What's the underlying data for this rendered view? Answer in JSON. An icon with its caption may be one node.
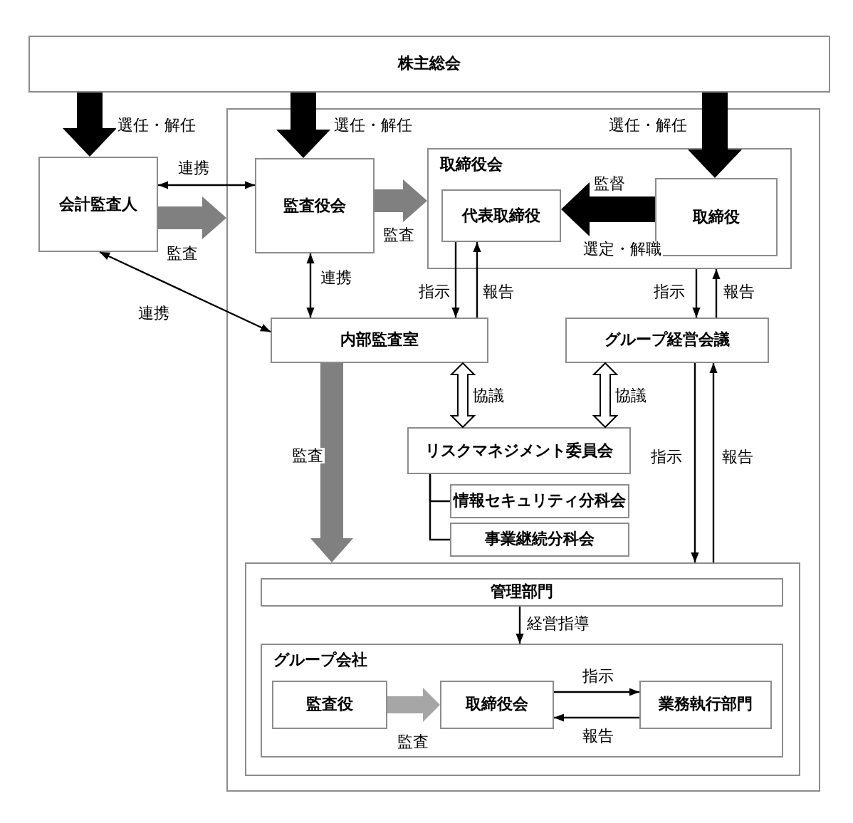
{
  "diagram": {
    "nodes": [
      {
        "text": [
          "株主総会"
        ]
      },
      {
        "text": [
          "会計監査人"
        ]
      },
      {
        "text": [],
        "shape": "box"
      },
      {
        "text": [
          "監査役会"
        ],
        "in": 2
      },
      {
        "text": [
          "取締役会"
        ],
        "in": 2
      },
      {
        "text": [
          "代表取締役"
        ],
        "in": 4
      },
      {
        "text": [
          "取締役"
        ],
        "in": 4
      },
      {
        "text": [
          "内部監査室"
        ],
        "in": 2
      },
      {
        "text": [
          "グループ経営会議"
        ],
        "in": 2
      },
      {
        "text": [
          "リスクマネジメント委員会"
        ],
        "in": 2
      },
      {
        "text": [
          "情報セキュリティ分科会"
        ],
        "in": 2
      },
      {
        "text": [
          "事業継続分科会"
        ],
        "in": 2
      },
      {
        "text": [],
        "shape": "box",
        "in": 2
      },
      {
        "text": [
          "管理部門"
        ],
        "in": 12
      },
      {
        "text": [
          "グループ会社"
        ],
        "in": 12
      },
      {
        "text": [
          "監査役"
        ],
        "in": 14
      },
      {
        "text": [
          "取締役会"
        ],
        "in": 14
      },
      {
        "text": [
          "業務執行部門"
        ],
        "in": 14
      }
    ],
    "edges": [
      {
        "from": 0,
        "to": 1,
        "arrow": "to",
        "label": "選任・解任",
        "style": "thick"
      },
      {
        "from": 0,
        "to": 3,
        "arrow": "to",
        "label": "選任・解任",
        "style": "thick"
      },
      {
        "from": 0,
        "to": 6,
        "arrow": "to",
        "label": "選任・解任",
        "style": "thick"
      },
      {
        "from": 1,
        "to": 3,
        "arrow": "both",
        "label": "連携"
      },
      {
        "from": 1,
        "to": 2,
        "arrow": "to",
        "label": "監査",
        "style": "thick",
        "color": "#808080"
      },
      {
        "from": 3,
        "to": 4,
        "arrow": "to",
        "label": "監査",
        "style": "thick",
        "color": "#808080"
      },
      {
        "from": 6,
        "to": 5,
        "arrow": "to",
        "label": "監督",
        "style": "thick"
      },
      {
        "from": 3,
        "to": 7,
        "arrow": "both",
        "label": "連携"
      },
      {
        "from": 1,
        "to": 7,
        "arrow": "both",
        "label": "連携"
      },
      {
        "from": 5,
        "to": 7,
        "arrow": "to",
        "label": "指示"
      },
      {
        "from": 7,
        "to": 5,
        "arrow": "to",
        "label": "報告"
      },
      {
        "from": 4,
        "to": 8,
        "arrow": "to",
        "label": "指示"
      },
      {
        "from": 8,
        "to": 4,
        "arrow": "to",
        "label": "報告"
      },
      {
        "from": 7,
        "to": 9,
        "arrow": "both",
        "label": "協議",
        "style": "thick",
        "color": "#ffffff"
      },
      {
        "from": 8,
        "to": 9,
        "arrow": "both",
        "label": "協議",
        "style": "thick",
        "color": "#ffffff"
      },
      {
        "from": 9,
        "to": 10,
        "arrow": "none"
      },
      {
        "from": 9,
        "to": 11,
        "arrow": "none"
      },
      {
        "from": 7,
        "to": 12,
        "arrow": "to",
        "label": "監査",
        "style": "thick",
        "color": "#808080"
      },
      {
        "from": 8,
        "to": 12,
        "arrow": "to",
        "label": "指示"
      },
      {
        "from": 12,
        "to": 8,
        "arrow": "to",
        "label": "報告"
      },
      {
        "from": 13,
        "to": 14,
        "arrow": "to",
        "label": "経営指導"
      },
      {
        "from": 15,
        "to": 16,
        "arrow": "to",
        "label": "監査",
        "style": "thick",
        "color": "#a6a6a6"
      },
      {
        "from": 16,
        "to": 17,
        "arrow": "to",
        "label": "指示"
      },
      {
        "from": 17,
        "to": 16,
        "arrow": "to",
        "label": "報告"
      }
    ],
    "labels": [
      "選定・解職"
    ]
  }
}
